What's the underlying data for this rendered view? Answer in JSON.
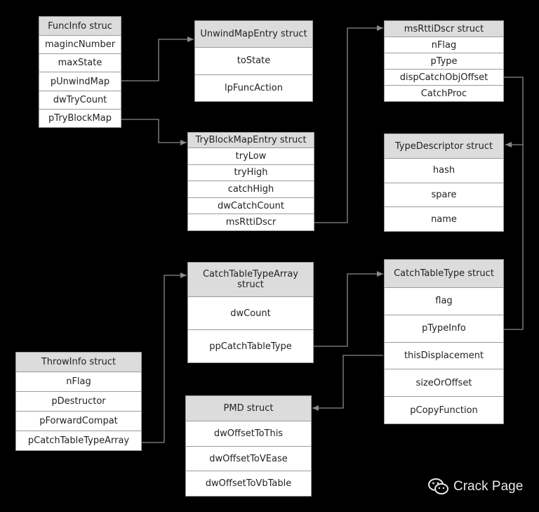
{
  "structs": {
    "funcinfo": {
      "title": "FuncInfo  struc",
      "fields": [
        "magincNumber",
        "maxState",
        "pUnwindMap",
        "dwTryCount",
        "pTryBlockMap"
      ]
    },
    "unwind": {
      "title": "UnwindMapEntry struct",
      "fields": [
        "toState",
        "lpFuncAction"
      ]
    },
    "msrtti": {
      "title": "msRttiDscr struct",
      "fields": [
        "nFlag",
        "pType",
        "dispCatchObjOffset",
        "CatchProc"
      ]
    },
    "tryblock": {
      "title": "TryBlockMapEntry struct",
      "fields": [
        "tryLow",
        "tryHigh",
        "catchHigh",
        "dwCatchCount",
        "msRttiDscr"
      ]
    },
    "typedesc": {
      "title": "TypeDescriptor struct",
      "fields": [
        "hash",
        "spare",
        "name"
      ]
    },
    "ctta": {
      "title": "CatchTableTypeArray struct",
      "fields": [
        "dwCount",
        "ppCatchTableType"
      ]
    },
    "ctt": {
      "title": "CatchTableType struct",
      "fields": [
        "flag",
        "pTypeInfo",
        "thisDisplacement",
        "sizeOrOffset",
        "pCopyFunction"
      ]
    },
    "throwinfo": {
      "title": "ThrowInfo struct",
      "fields": [
        "nFlag",
        "pDestructor",
        "pForwardCompat",
        "pCatchTableTypeArray"
      ]
    },
    "pmd": {
      "title": "PMD struct",
      "fields": [
        "dwOffsetToThis",
        "dwOffsetToVEase",
        "dwOffsetToVbTable"
      ]
    }
  },
  "watermark": {
    "text": "Crack Page",
    "icon": "wechat-icon"
  }
}
